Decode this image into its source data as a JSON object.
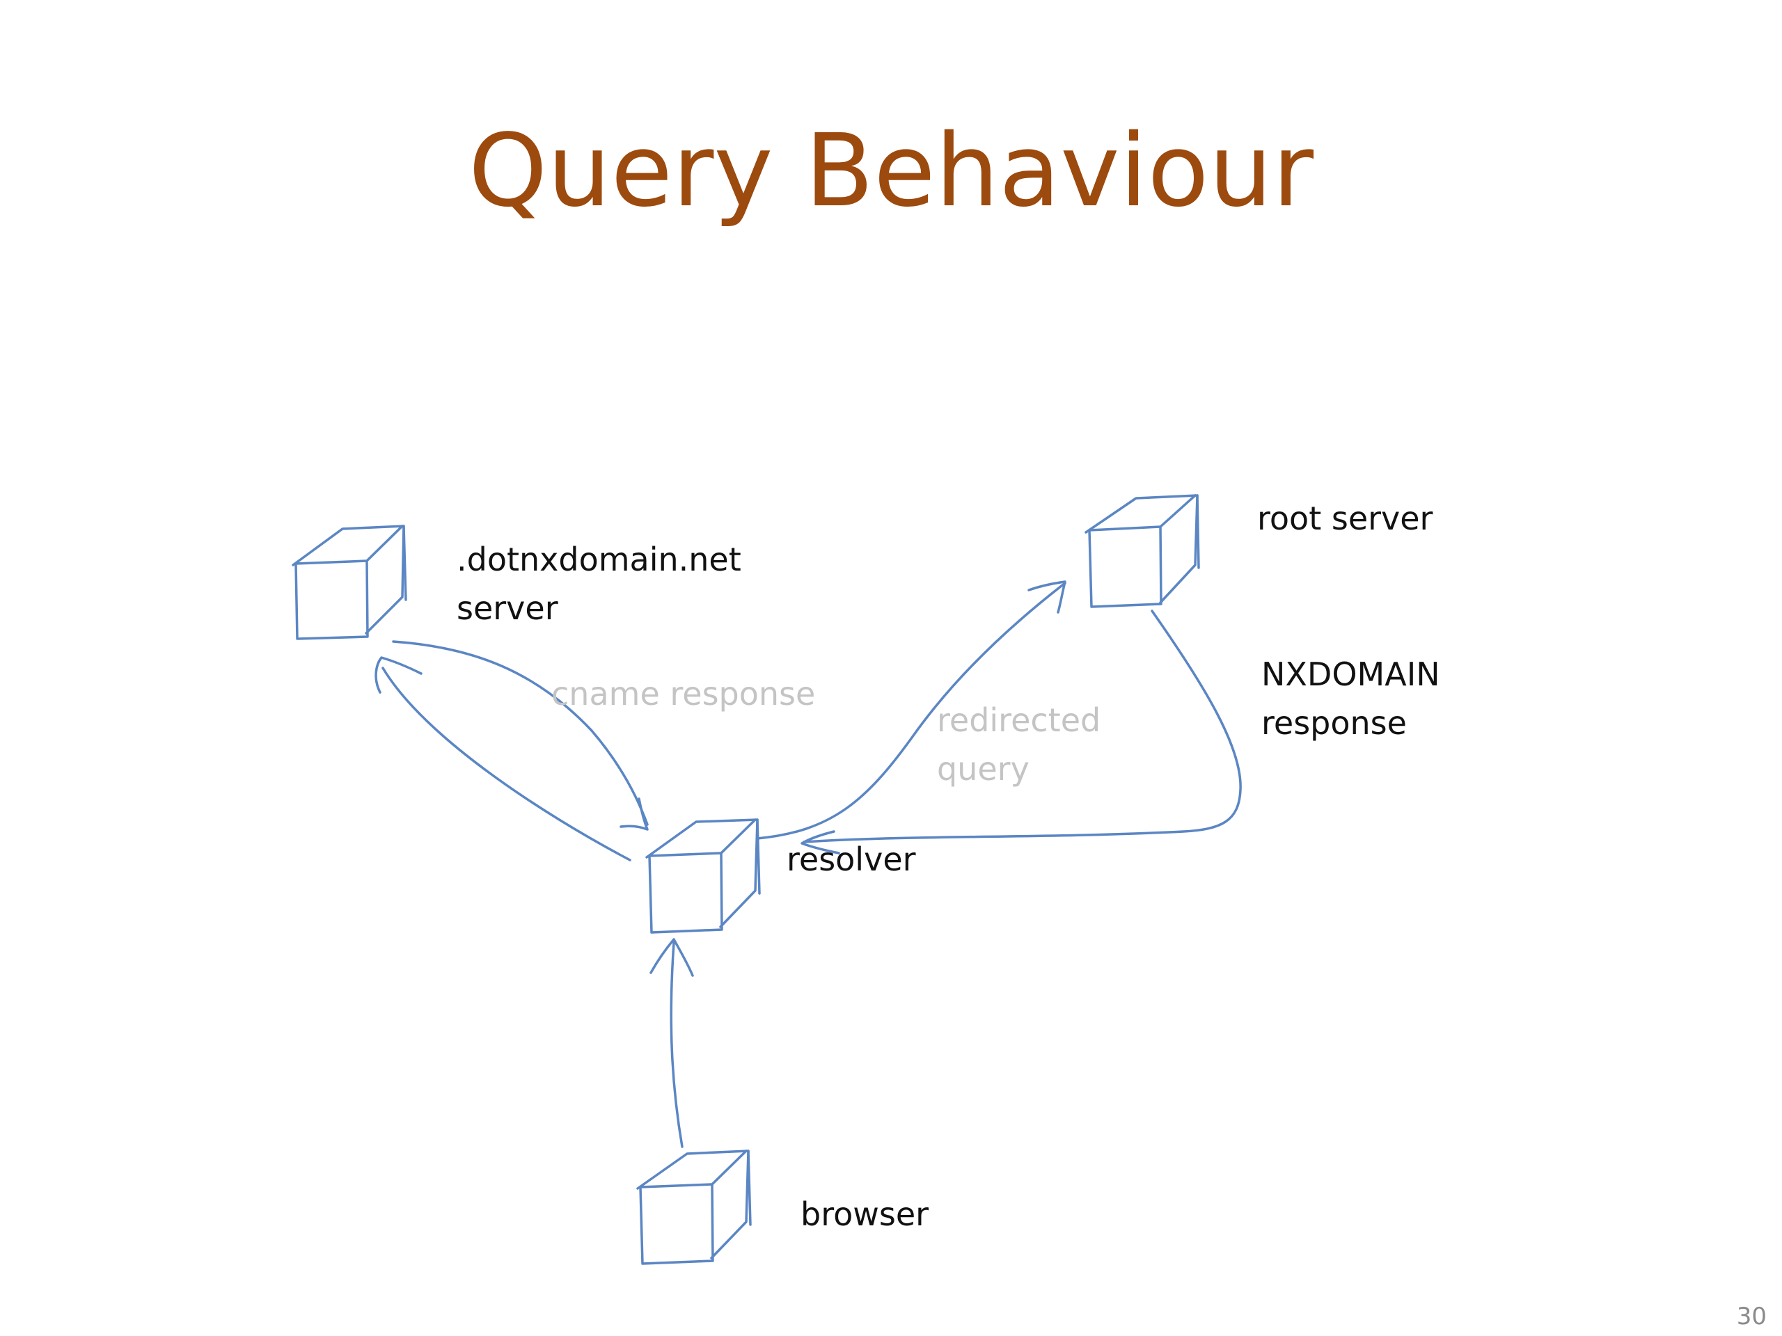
{
  "slide": {
    "title": "Query Behaviour",
    "page_number": "30"
  },
  "nodes": {
    "dotnxdomain_server": {
      "line1": ".dotnxdomain.net",
      "line2": "server"
    },
    "root_server": {
      "label": "root server"
    },
    "resolver": {
      "label": "resolver"
    },
    "browser": {
      "label": "browser"
    }
  },
  "edges": {
    "cname_response": {
      "label": "cname response"
    },
    "redirected_query": {
      "line1": "redirected",
      "line2": "query"
    },
    "nxdomain_response": {
      "line1": "NXDOMAIN",
      "line2": "response"
    }
  },
  "colors": {
    "title": "#9c4a0e",
    "sketch": "#5b86c4",
    "text": "#111111",
    "faint_text": "#c4c4c4"
  }
}
